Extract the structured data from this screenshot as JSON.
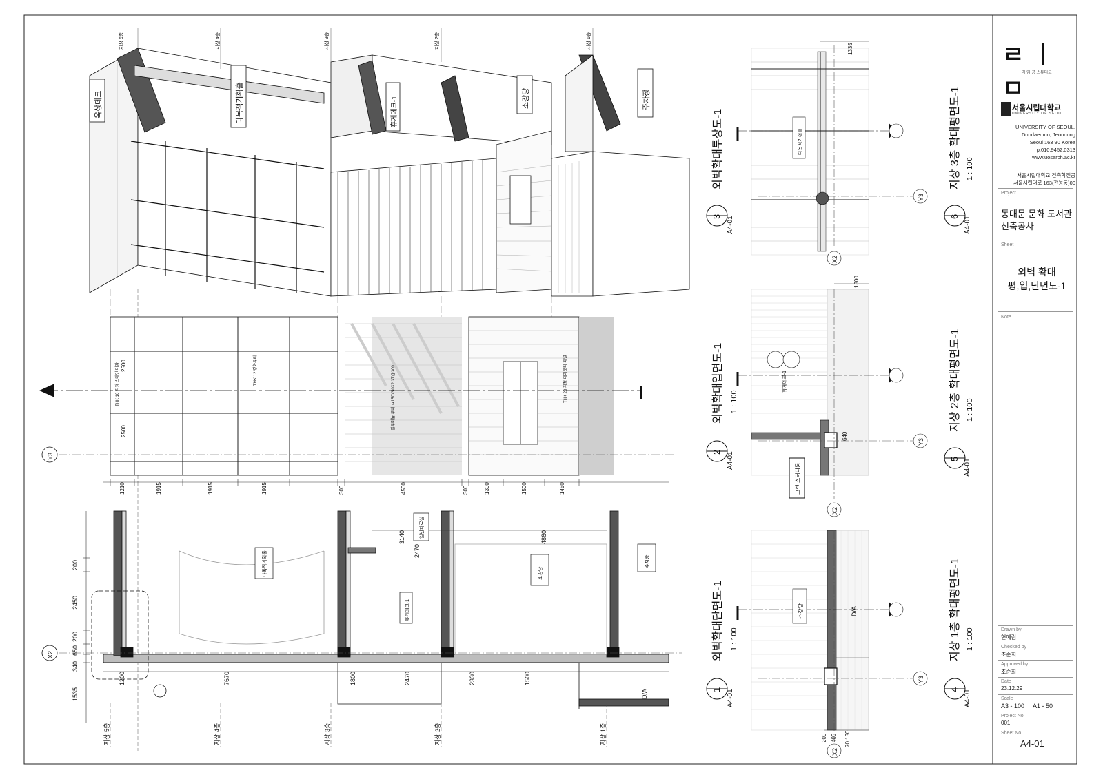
{
  "title_block": {
    "logo": "ㄹㅣㅁ",
    "logo_sub": "리 임 공 스튜디오",
    "university_ko": "서울시립대학교",
    "university_en": "UNIVERSITY OF SEOUL",
    "address_lines": [
      "UNIVERSITY OF SEOUL,",
      "Dondaemun, Jeonnong",
      "Seoul 163 90 Korea",
      "p.010.9452.0313",
      "www.uosarch.ac.kr"
    ],
    "dept_lines": [
      "서울시립대학교 건축학전공",
      "서울시립대로 163(전농동)00"
    ],
    "project_label": "Project",
    "project_lines": [
      "동대문 문화 도서관",
      "신축공사"
    ],
    "sheet_label": "Sheet",
    "sheet_lines": [
      "외벽 확대",
      "평,입,단면도-1"
    ],
    "note_label": "Note",
    "drawn_by_label": "Drawn by",
    "drawn_by": "현예림",
    "checked_by_label": "Checked by",
    "checked_by": "조준희",
    "approved_by_label": "Approved by",
    "approved_by": "조준희",
    "date_label": "Date",
    "date": "23.12.29",
    "scale_label": "Scale",
    "scale": "A3 - 100     A1 - 50",
    "project_no_label": "Project No.",
    "project_no": "001",
    "sheet_no_label": "Sheet No.",
    "sheet_no": "A4-01"
  },
  "views": [
    {
      "num": "3",
      "ref": "A4-01",
      "title": "외벽확대투상도-1",
      "scale": ""
    },
    {
      "num": "2",
      "ref": "A4-01",
      "title": "외벽확대입면도-1",
      "scale": "1 : 100"
    },
    {
      "num": "1",
      "ref": "A4-01",
      "title": "외벽확대단면도-1",
      "scale": "1 : 100"
    },
    {
      "num": "6",
      "ref": "A4-01",
      "title": "지상 3층 확대평면도-1",
      "scale": "1 : 100"
    },
    {
      "num": "5",
      "ref": "A4-01",
      "title": "지상 2층 확대평면도-1",
      "scale": "1 : 100"
    },
    {
      "num": "4",
      "ref": "A4-01",
      "title": "지상 1층 확대평면도-1",
      "scale": "1 : 100"
    }
  ],
  "axo_labels": {
    "rooftop": "옥상데크",
    "hall": "다목적기획홀",
    "rest": "휴게데크-1",
    "auditorium": "소강당",
    "parking": "주차장",
    "floor5": "지상 5층",
    "floor4": "지상 4층",
    "floor3": "지상 3층",
    "floor2": "지상 2층",
    "floor1": "지상 1층"
  },
  "elevation": {
    "dims": [
      "1210",
      "1915",
      "1915",
      "1915",
      "300",
      "4500",
      "300",
      "1300",
      "1500",
      "1450"
    ],
    "vdims": [
      "2500",
      "2500"
    ],
    "notes": [
      "THK 10 지정 스테인 마감",
      "THK 12 강화유리",
      "알루미늄 루버 ㅁ150X50X2.3T@300",
      "THK 20 지정 테라코타 패널"
    ],
    "grid": "Y3"
  },
  "section": {
    "dims_v": [
      "200",
      "2450",
      "200",
      "650",
      "340",
      "1535"
    ],
    "dims_h": [
      "7670",
      "1800",
      "2470",
      "2330",
      "1500",
      "3140",
      "2470",
      "4860",
      "1200"
    ],
    "rooms": [
      "다목적기획홀",
      "휴게데크-1",
      "소강당",
      "주차장",
      "일반자료실"
    ],
    "grid": "X2",
    "floors": [
      "지상 5층",
      "지상 4층",
      "지상 3층",
      "지상 2층",
      "지상 1층"
    ],
    "da": "D/A"
  },
  "plans": {
    "p6": {
      "dim": "1335",
      "room": "다목적기획홀",
      "grids": [
        "Y3",
        "X2"
      ]
    },
    "p5": {
      "dim": "1800",
      "dim2": "640",
      "room": "휴게데크-1",
      "tag": "그린 스터디룸",
      "grids": [
        "Y3",
        "X2"
      ]
    },
    "p4": {
      "dims": [
        "200",
        "400",
        "70 130"
      ],
      "room": "소강당",
      "da": "D/A",
      "grids": [
        "Y3",
        "X2"
      ]
    }
  }
}
